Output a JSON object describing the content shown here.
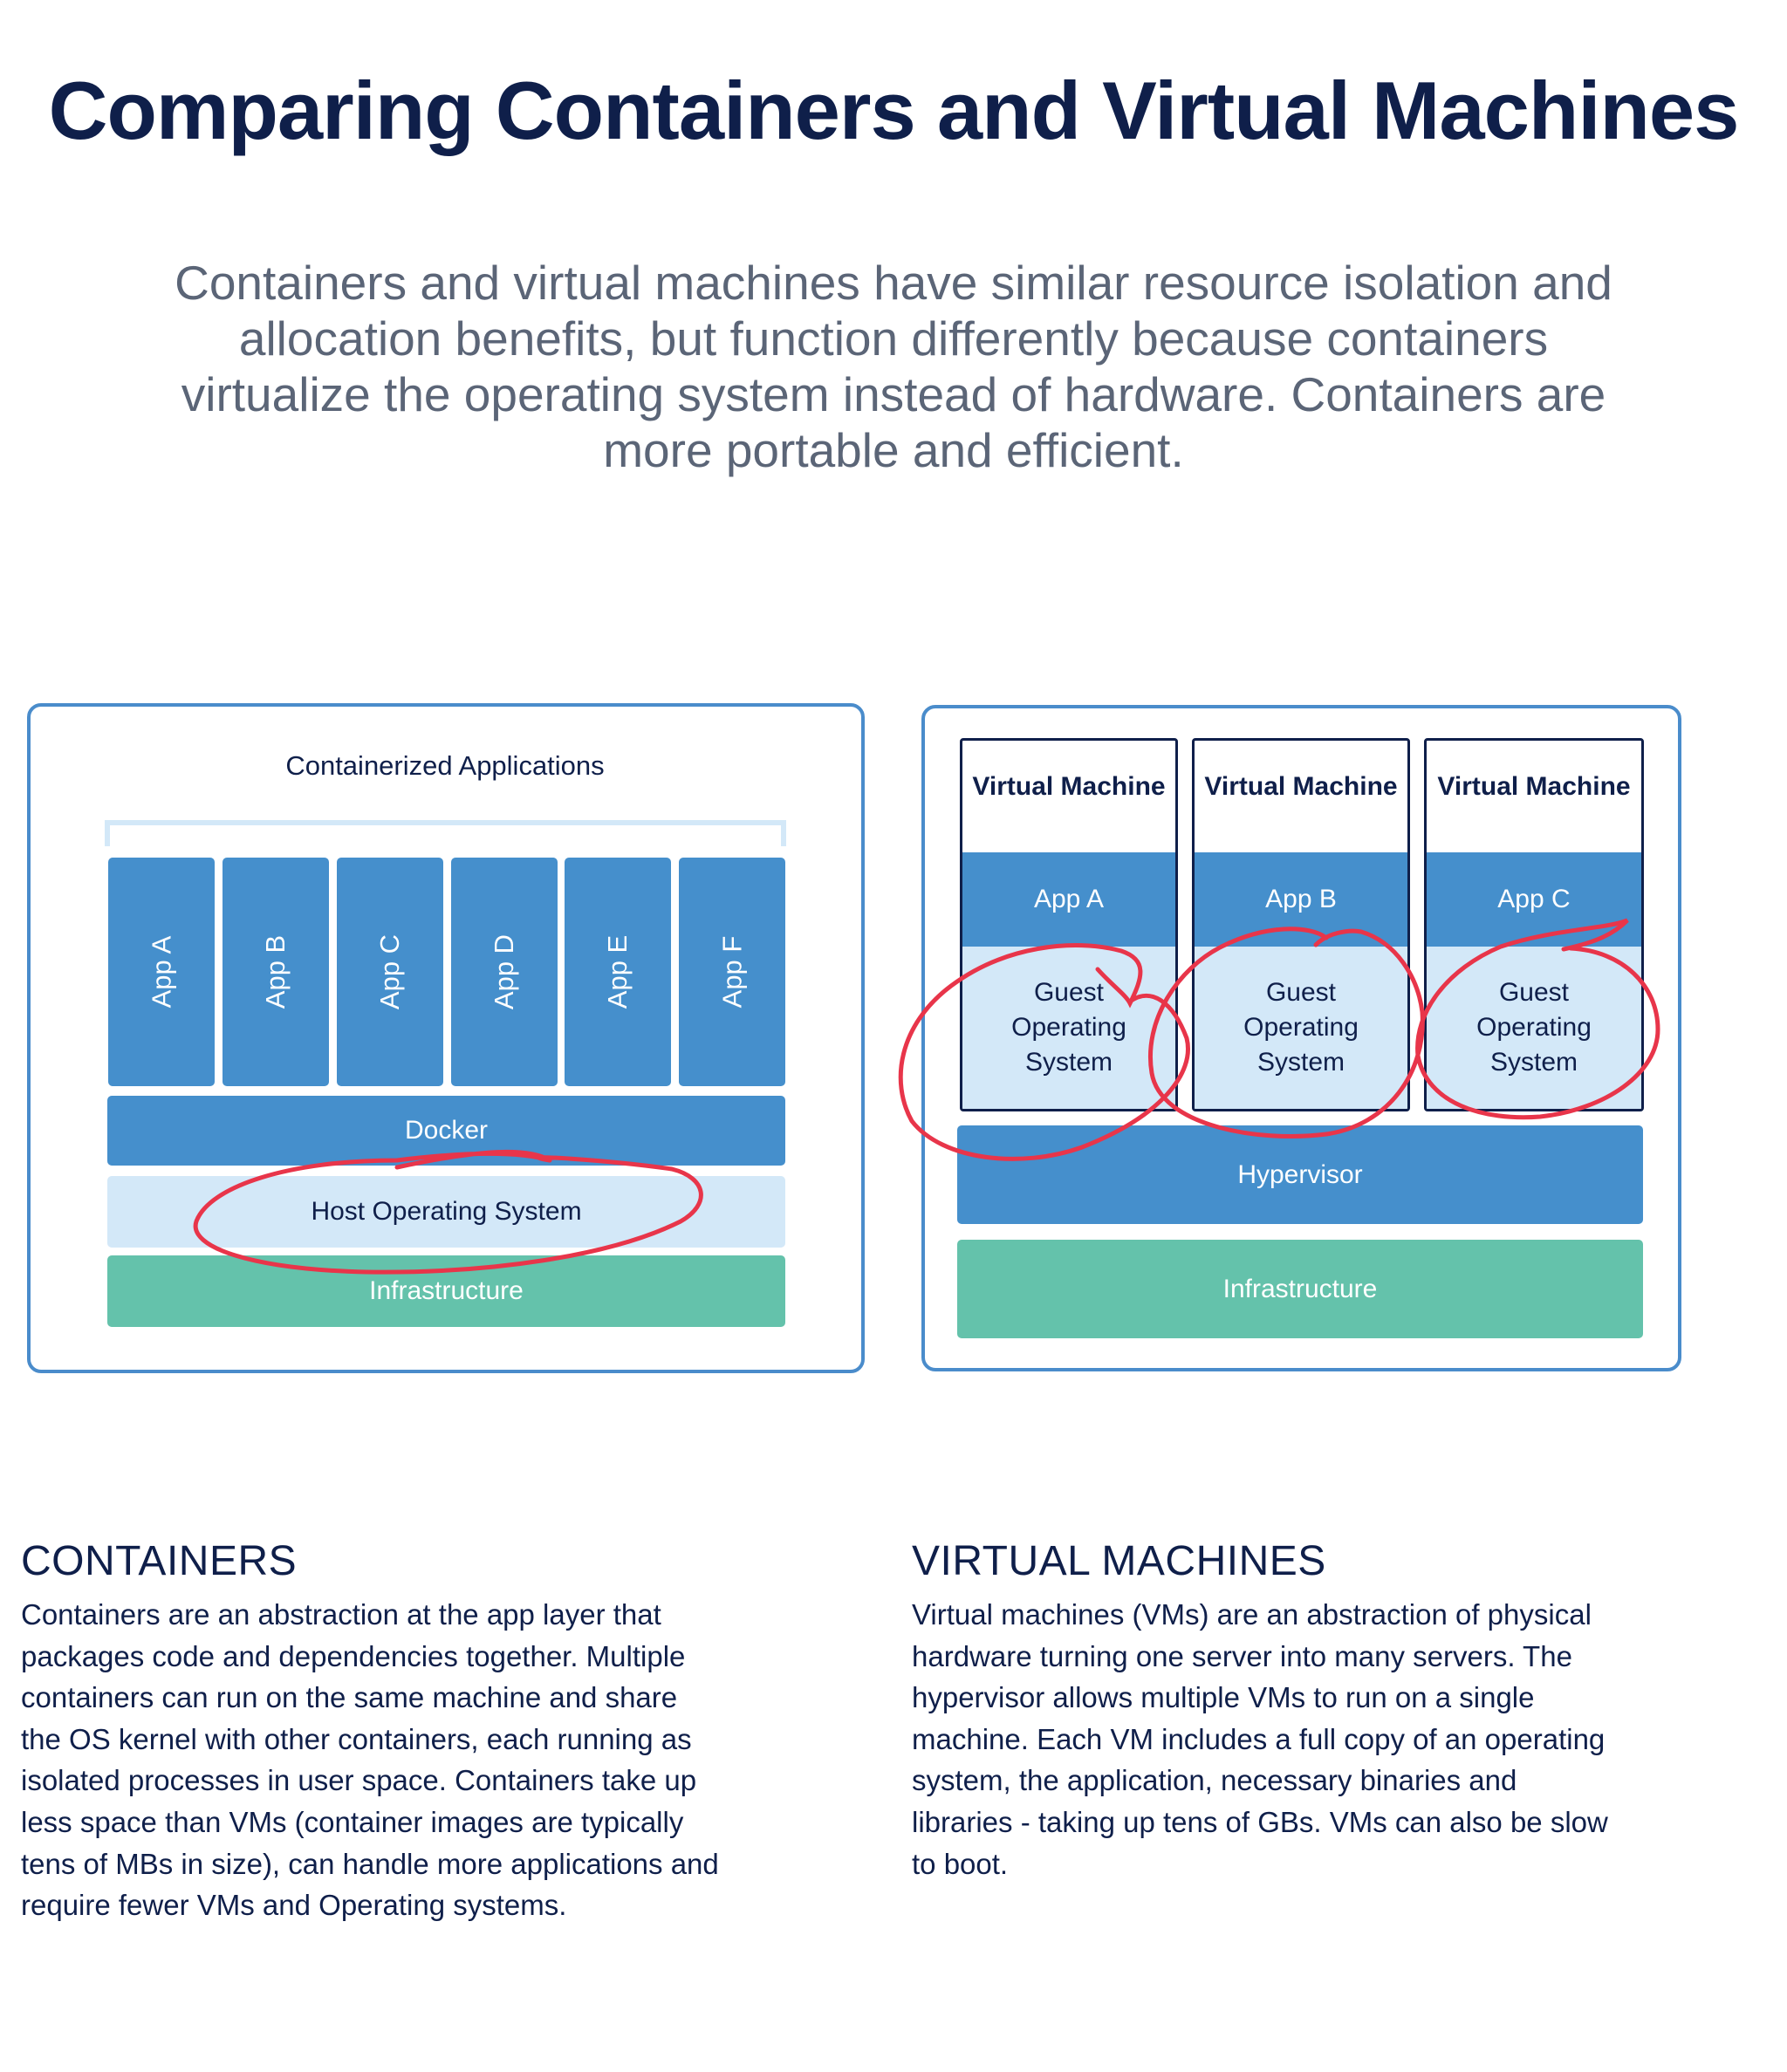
{
  "header": {
    "title": "Comparing Containers and Virtual Machines",
    "subtitle": "Containers and virtual machines have similar resource isolation and allocation benefits, but function differently because containers virtualize the operating system instead of hardware. Containers are more portable and efficient."
  },
  "containers_diagram": {
    "caption": "Containerized Applications",
    "apps": [
      "App A",
      "App B",
      "App C",
      "App D",
      "App E",
      "App F"
    ],
    "docker": "Docker",
    "host_os": "Host Operating System",
    "infrastructure": "Infrastructure"
  },
  "vm_diagram": {
    "vms": [
      {
        "title": "Virtual Machine",
        "app": "App A",
        "os_lines": [
          "Guest",
          "Operating",
          "System"
        ]
      },
      {
        "title": "Virtual Machine",
        "app": "App B",
        "os_lines": [
          "Guest",
          "Operating",
          "System"
        ]
      },
      {
        "title": "Virtual Machine",
        "app": "App C",
        "os_lines": [
          "Guest",
          "Operating",
          "System"
        ]
      }
    ],
    "hypervisor": "Hypervisor",
    "infrastructure": "Infrastructure"
  },
  "annotations": {
    "circle_color": "#e8354a",
    "circled_items": [
      "Host Operating System",
      "Guest Operating System (A)",
      "Guest Operating System (B)",
      "Guest Operating System (C)"
    ]
  },
  "colors": {
    "title": "#0f1f4a",
    "subtitle": "#5b6577",
    "frame": "#4a8ccb",
    "layer_blue": "#458fcc",
    "layer_light": "#d3e8f8",
    "layer_green": "#64c2ab"
  },
  "sections": {
    "containers": {
      "heading": "CONTAINERS",
      "lines": [
        "Containers are an abstraction at the app layer that",
        "packages code and dependencies together. Multiple",
        "containers can run on the same machine and share",
        "the OS kernel with other containers, each running as",
        "isolated processes in user space. Containers take up",
        "less space than VMs (container images are typically",
        "tens of MBs in size), can handle more applications and",
        "require fewer VMs and Operating systems."
      ]
    },
    "virtual_machines": {
      "heading": "VIRTUAL MACHINES",
      "lines": [
        "Virtual machines (VMs) are an abstraction of physical",
        "hardware turning one server into many servers. The",
        "hypervisor allows multiple VMs to run on a single",
        "machine. Each VM includes a full copy of an operating",
        "system, the application, necessary binaries and",
        "libraries - taking up tens of GBs. VMs can also be slow",
        "to boot."
      ]
    }
  }
}
